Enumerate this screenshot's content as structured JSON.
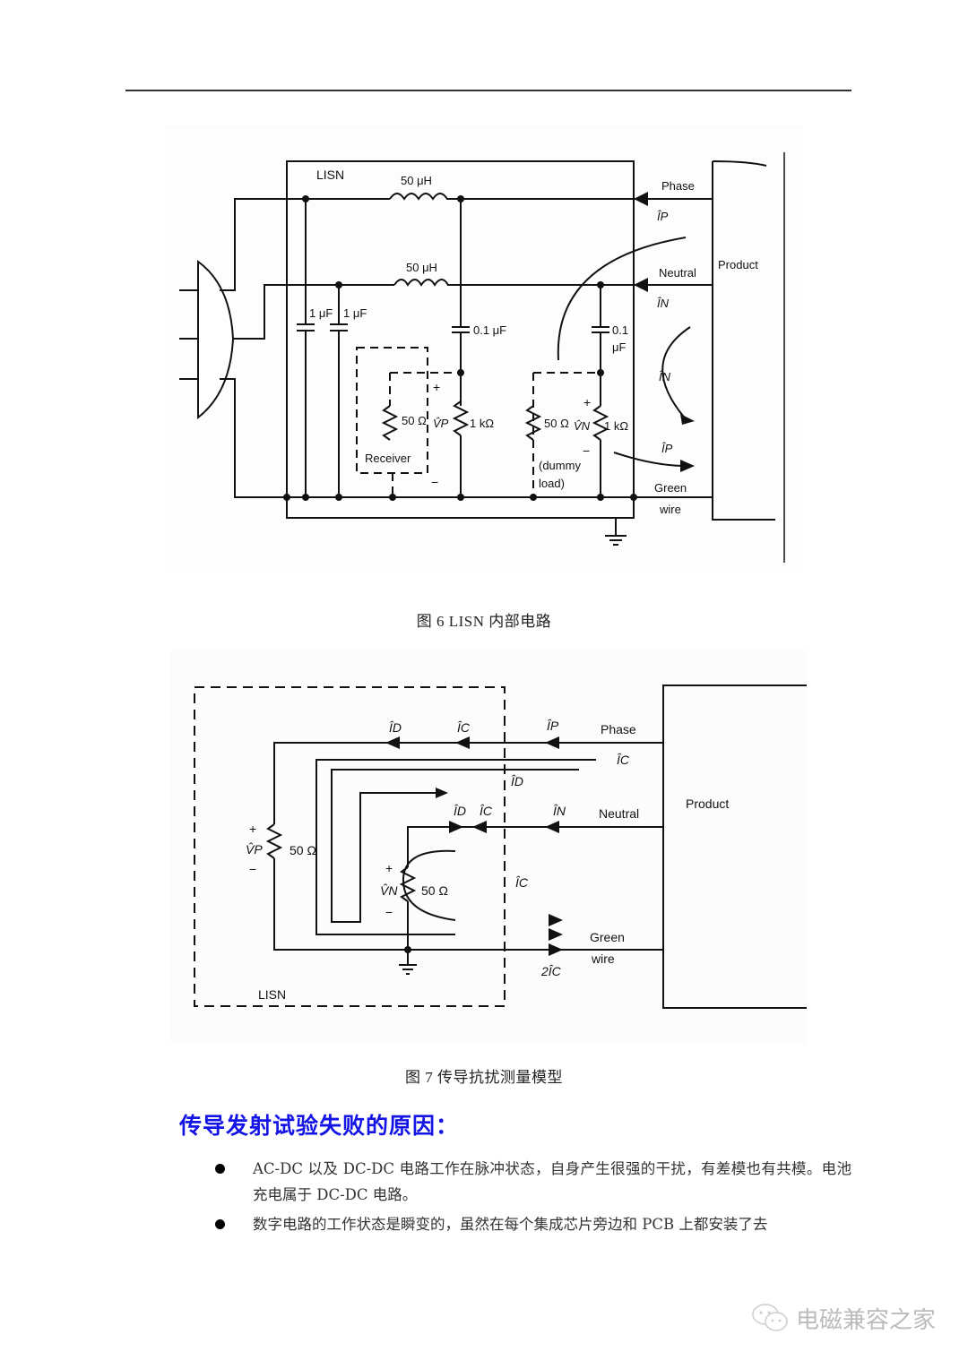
{
  "figure6": {
    "caption": "图 6 LISN 内部电路",
    "labels": {
      "lisn": "LISN",
      "inductor_top": "50 μH",
      "inductor_bottom": "50 μH",
      "cap1": "1 μF",
      "cap2": "1 μF",
      "cap_phase": "0.1 μF",
      "cap_neutral_line1": "0.1",
      "cap_neutral_line2": "μF",
      "receiver_resistor": "50 Ω",
      "vp": "V̂P",
      "r_phase": "1 kΩ",
      "receiver": "Receiver",
      "dummy_resistor": "50 Ω",
      "vn": "V̂N",
      "r_neutral": "1 kΩ",
      "dummy_line1": "(dummy",
      "dummy_line2": "load)",
      "phase": "Phase",
      "ip": "ÎP",
      "neutral": "Neutral",
      "in": "ÎN",
      "in_loop": "ÎN",
      "ip_loop": "ÎP",
      "green": "Green",
      "wire": "wire",
      "product": "Product",
      "plus": "+",
      "minus": "−"
    }
  },
  "figure7": {
    "caption": "图 7 传导抗扰测量模型",
    "labels": {
      "id_top": "ÎD",
      "ic_top": "ÎC",
      "ip": "ÎP",
      "phase": "Phase",
      "ic_line": "ÎC",
      "id_mid": "ÎD",
      "id_n": "ÎD",
      "ic_n": "ÎC",
      "in": "ÎN",
      "neutral": "Neutral",
      "vp": "V̂P",
      "rp": "50 Ω",
      "vn": "V̂N",
      "rn": "50 Ω",
      "ic_loop": "ÎC",
      "green": "Green",
      "wire": "wire",
      "two_ic": "2ÎC",
      "lisn": "LISN",
      "product": "Product",
      "plus": "+",
      "minus": "−"
    }
  },
  "section": {
    "heading": "传导发射试验失败的原因：",
    "bullets": [
      "AC-DC 以及 DC-DC 电路工作在脉冲状态，自身产生很强的干扰，有差模也有共模。电池充电属于 DC-DC 电路。",
      "数字电路的工作状态是瞬变的，虽然在每个集成芯片旁边和 PCB 上都安装了去"
    ]
  },
  "watermark": {
    "icon": "wechat-icon",
    "text": "电磁兼容之家"
  },
  "colors": {
    "heading": "#1414e6",
    "text": "#333333",
    "line": "#111111",
    "watermark": "#bbbbbb"
  }
}
